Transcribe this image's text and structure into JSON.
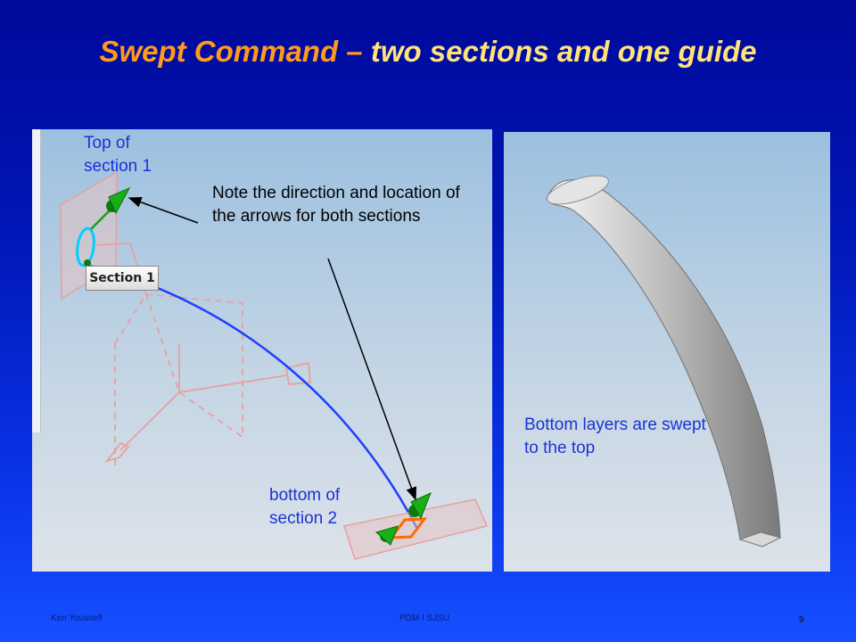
{
  "slide": {
    "title_part1": "Swept Command – ",
    "title_part2": "two sections and one guide",
    "page_number": "9"
  },
  "left_view": {
    "label_top": "Top of\nsection 1",
    "label_bottom": "bottom of\nsection 2",
    "note": "Note the direction and location of the arrows for both sections",
    "section_tag": "Section 1"
  },
  "right_view": {
    "caption": "Bottom layers are swept to the top"
  },
  "footer": {
    "author": "Ken Youssefi",
    "center": "PDM I SJSU"
  },
  "colors": {
    "title_orange": "#ff9a1f",
    "title_yellow": "#ffe27a",
    "label_blue": "#1a33d6",
    "guide_curve": "#1f3fff",
    "arrow_green": "#18a018",
    "sketch_pink": "#e8a0a0",
    "section2_orange": "#ff6a00"
  }
}
